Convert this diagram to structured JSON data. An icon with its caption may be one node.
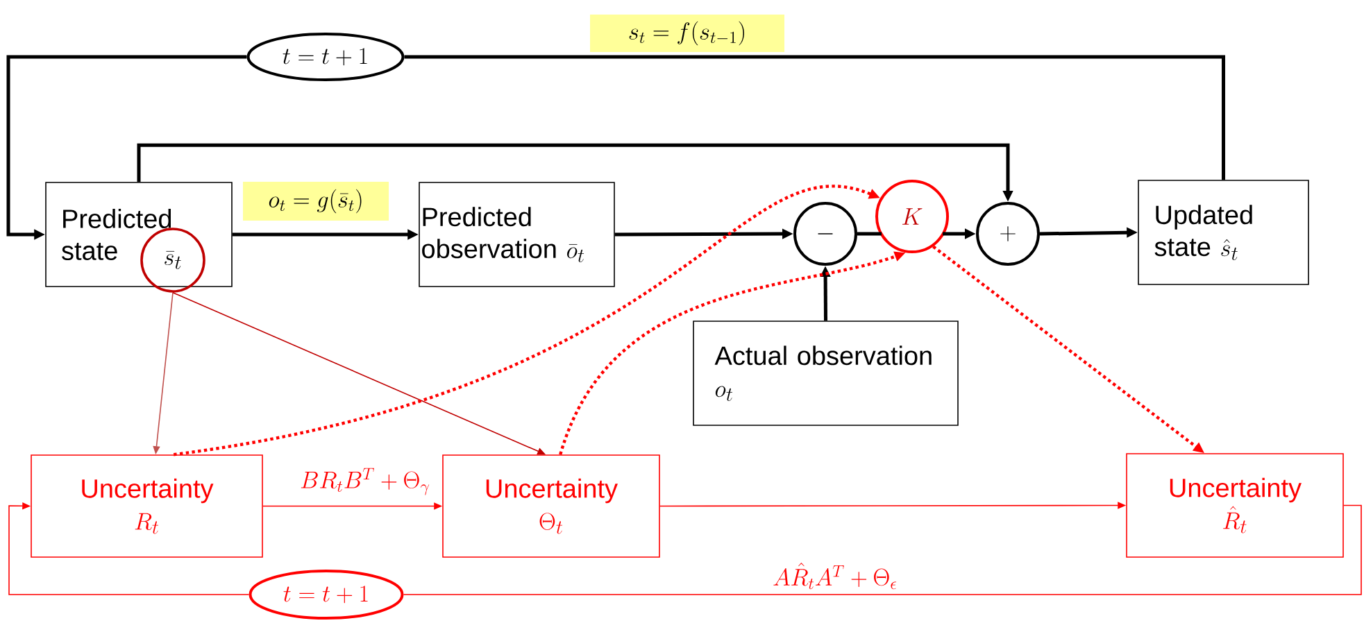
{
  "diagram": {
    "nodes": [
      {
        "text": [
          "Predicted state"
        ]
      },
      {
        "text": [
          "\\bar{s}_t"
        ],
        "in": 0
      },
      {
        "text": [
          "t = t + 1"
        ]
      },
      {
        "text": [
          "Predicted observation",
          "\\bar{o}_t"
        ]
      },
      {
        "text": [
          "-"
        ]
      },
      {
        "text": [
          "K"
        ]
      },
      {
        "text": [
          "+"
        ]
      },
      {
        "text": [
          "Updated state",
          "\\hat{s}_t"
        ]
      },
      {
        "text": [
          "Actual observation",
          "o_t"
        ]
      },
      {
        "text": [
          "Uncertainty",
          "R_t"
        ]
      },
      {
        "text": [
          "Uncertainty",
          "\\Theta_t"
        ]
      },
      {
        "text": [
          "Uncertainty",
          "\\hat{R}_t"
        ]
      },
      {
        "text": [
          "t = t + 1"
        ]
      }
    ],
    "edges": [
      {
        "from": 7,
        "to": 2,
        "arrow": "none",
        "label": "s_t = f(s_{t-1})"
      },
      {
        "from": 2,
        "to": 0,
        "arrow": "to"
      },
      {
        "from": 0,
        "to": 6,
        "arrow": "to"
      },
      {
        "from": 0,
        "to": 3,
        "arrow": "to",
        "label": "o_t = g(\\bar{s}_t)"
      },
      {
        "from": 3,
        "to": 4,
        "arrow": "to"
      },
      {
        "from": 8,
        "to": 4,
        "arrow": "to"
      },
      {
        "from": 4,
        "to": 5,
        "arrow": "none"
      },
      {
        "from": 5,
        "to": 6,
        "arrow": "to"
      },
      {
        "from": 6,
        "to": 7,
        "arrow": "to"
      },
      {
        "from": 1,
        "to": 9,
        "arrow": "to",
        "color": "#c0504d"
      },
      {
        "from": 1,
        "to": 10,
        "arrow": "to",
        "color": "#c00000"
      },
      {
        "from": 9,
        "to": 5,
        "arrow": "to",
        "style": "dashed",
        "color": "#ff0000"
      },
      {
        "from": 10,
        "to": 5,
        "arrow": "to",
        "style": "dashed",
        "color": "#ff0000"
      },
      {
        "from": 5,
        "to": 11,
        "arrow": "to",
        "style": "dashed",
        "color": "#ff0000"
      },
      {
        "from": 9,
        "to": 10,
        "arrow": "to",
        "color": "#ff0000",
        "label": "BR_tB^T + \\Theta_\\gamma"
      },
      {
        "from": 10,
        "to": 11,
        "arrow": "to",
        "color": "#ff0000"
      },
      {
        "from": 11,
        "to": 12,
        "arrow": "none",
        "color": "#ff0000",
        "label": "A\\hat{R}_tA^T + \\Theta_\\epsilon"
      },
      {
        "from": 12,
        "to": 9,
        "arrow": "to",
        "color": "#ff0000"
      }
    ]
  }
}
